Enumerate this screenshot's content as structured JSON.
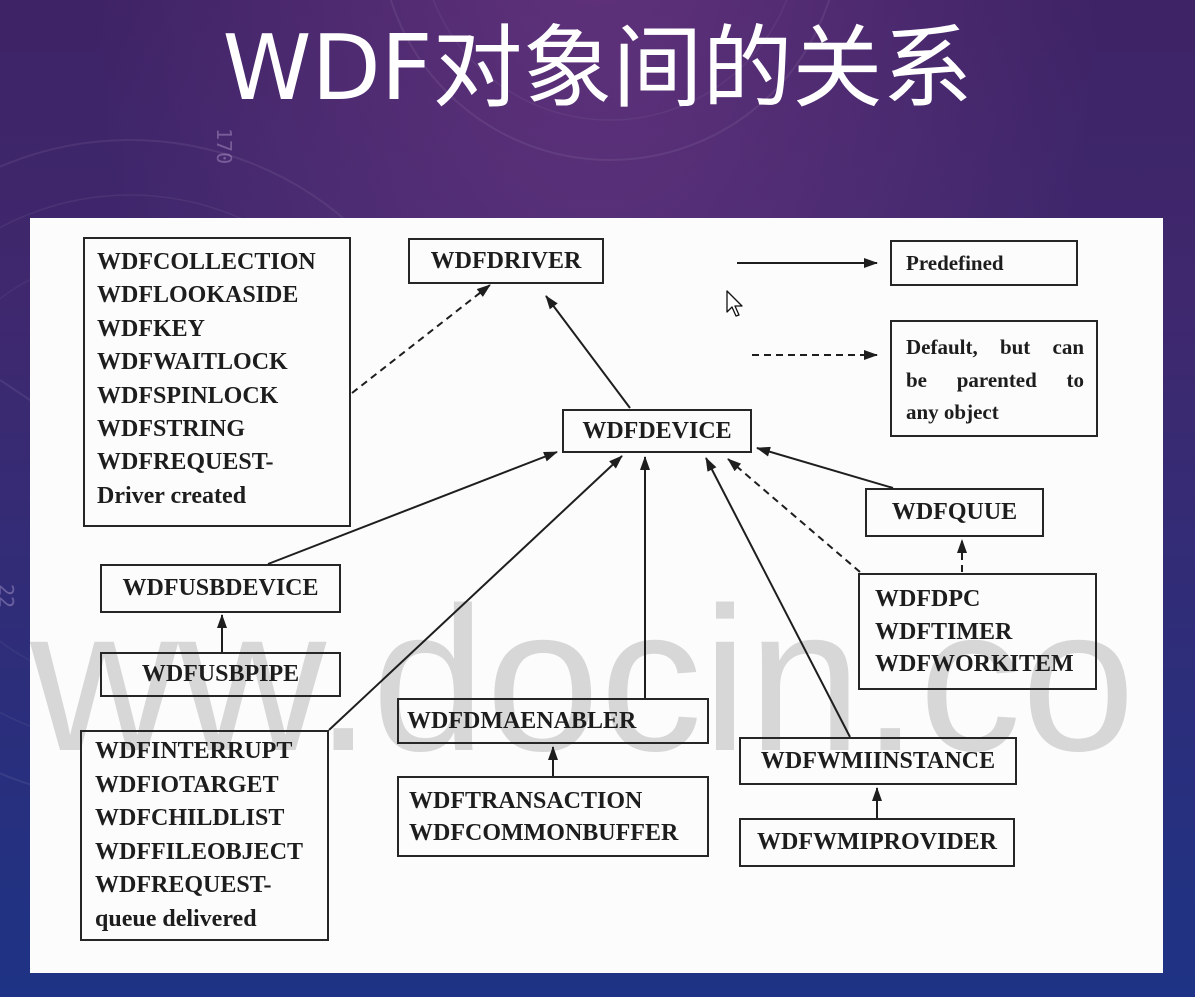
{
  "slide": {
    "title": "WDF对象间的关系"
  },
  "decor": {
    "dial_label_top": "170",
    "dial_label_left": "22"
  },
  "watermark": "ww.docin.co",
  "diagram": {
    "nodes": {
      "misc_objects": [
        "WDFCOLLECTION",
        "WDFLOOKASIDE",
        "WDFKEY",
        "WDFWAITLOCK",
        "WDFSPINLOCK",
        "WDFSTRING",
        "WDFREQUEST-",
        "Driver created"
      ],
      "driver": "WDFDRIVER",
      "device": "WDFDEVICE",
      "queue": "WDFQUUE",
      "usb_device": "WDFUSBDEVICE",
      "usb_pipe": "WDFUSBPIPE",
      "deferred_objects": [
        "WDFDPC",
        "WDFTIMER",
        "WDFWORKITEM"
      ],
      "dma_enabler": "WDFDMAENABLER",
      "dma_objects": [
        "WDFTRANSACTION",
        "WDFCOMMONBUFFER"
      ],
      "wmi_instance": "WDFWMIINSTANCE",
      "wmi_provider": "WDFWMIPROVIDER",
      "io_objects": [
        "WDFINTERRUPT",
        "WDFIOTARGET",
        "WDFCHILDLIST",
        "WDFFILEOBJECT",
        "WDFREQUEST-",
        "queue delivered"
      ]
    },
    "legend": {
      "predefined": "Predefined",
      "default_lines": [
        "Default, but can",
        "be parented to",
        "any object"
      ]
    }
  },
  "colors": {
    "background_top": "#3e2366",
    "background_bottom": "#1e3385",
    "panel": "#fcfcfc",
    "ink": "#1e1e1e",
    "title": "#ffffff",
    "watermark": "#d7d7d7"
  }
}
